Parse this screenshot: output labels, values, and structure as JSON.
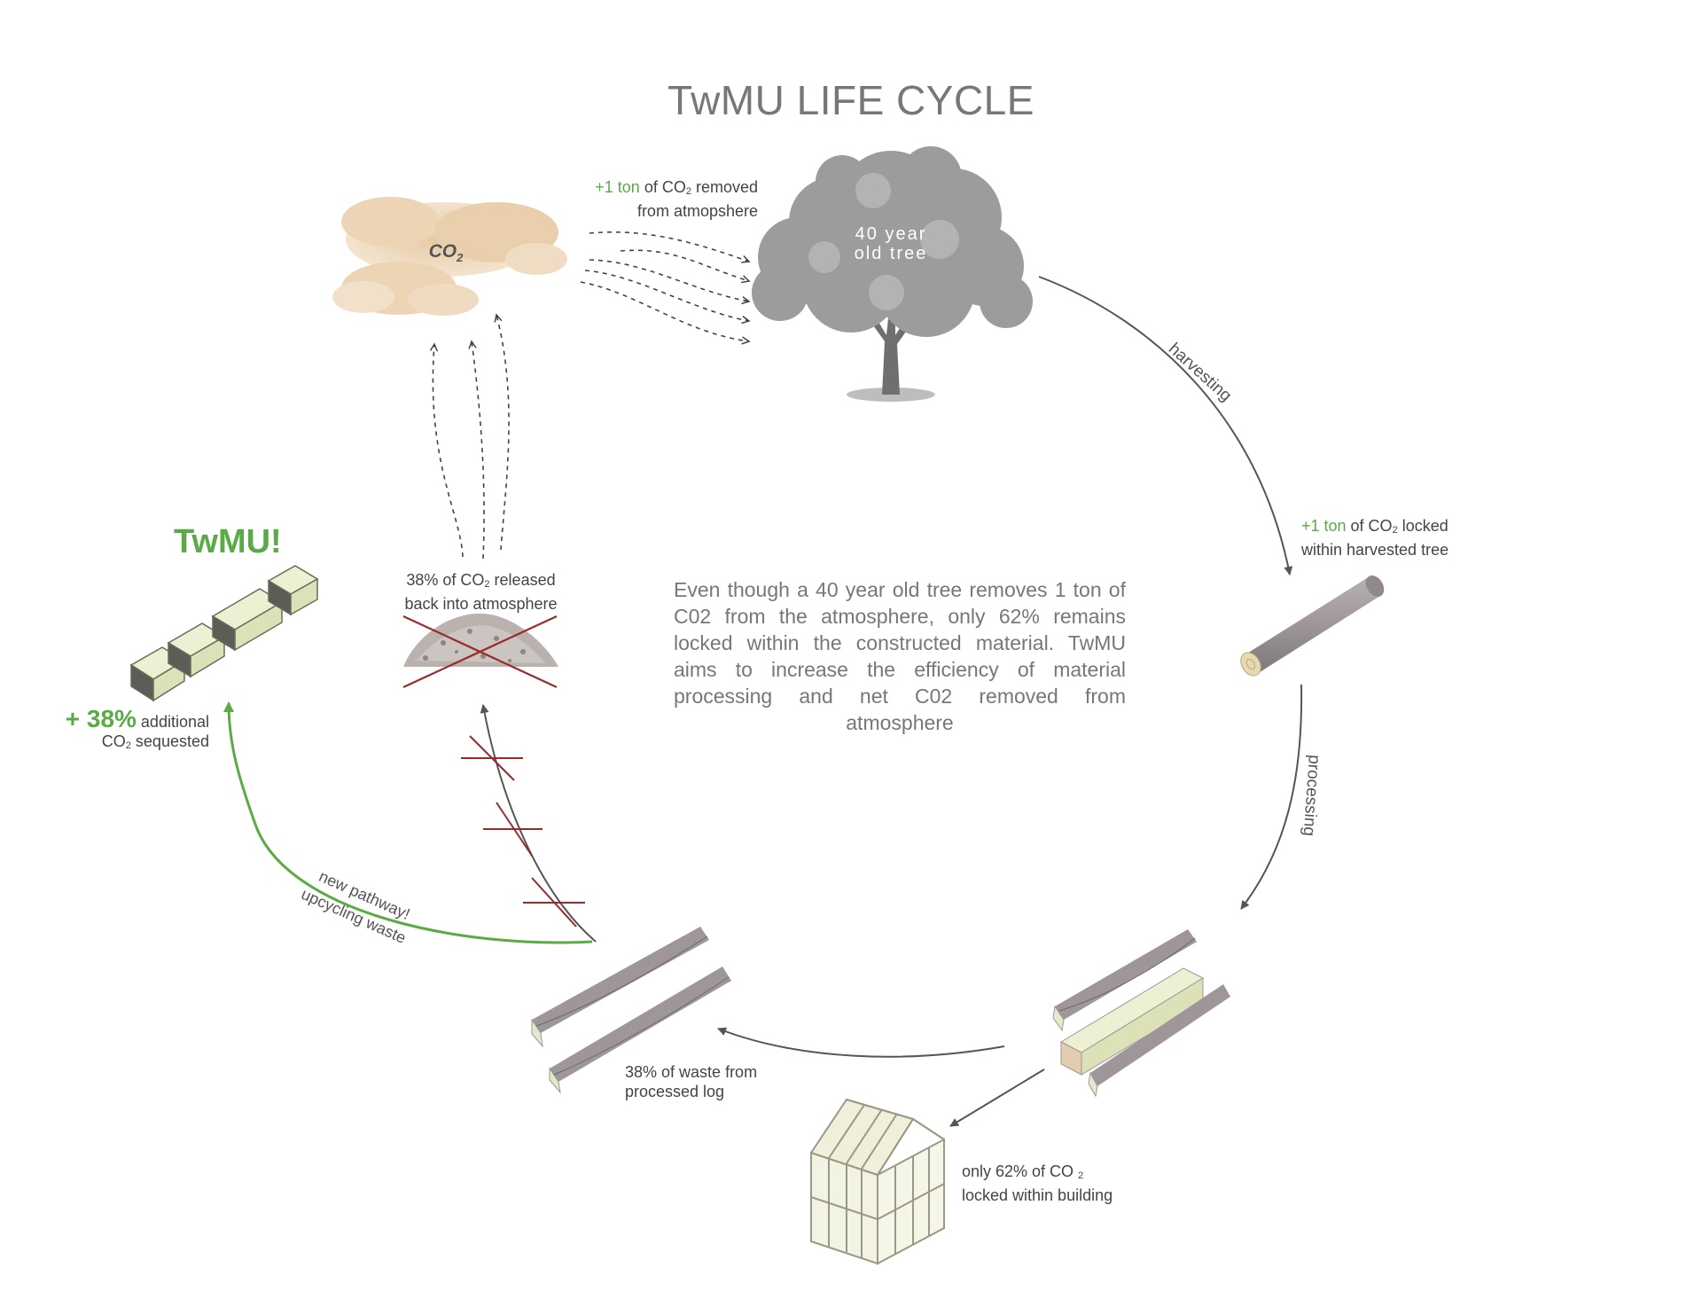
{
  "title": "TwMU LIFE CYCLE",
  "paragraph": "Even though a 40 year old tree removes 1 ton of C02 from the atmosphere, only 62% remains locked within the constructed material. TwMU aims to increase the efficiency of material processing and net C02 removed from atmosphere",
  "cloud_label": "CO",
  "cloud_label_sub": "2",
  "tree_label_line1": "40 year",
  "tree_label_line2": "old tree",
  "removed": {
    "green": "+1 ton",
    "rest1": " of CO",
    "sub": "2",
    "rest2": " removed",
    "line2": "from atmopshere"
  },
  "locked": {
    "green": "+1 ton",
    "rest1": " of CO",
    "sub": "2",
    "rest2": " locked",
    "line2": "within harvested tree"
  },
  "released": {
    "line1a": "38% of CO",
    "sub": "2",
    "line1b": " released",
    "line2": "back into atmosphere"
  },
  "waste": {
    "line1": "38% of waste from",
    "line2": "processed log"
  },
  "building": {
    "line1a": "only 62% of CO ",
    "sub": "2",
    "line2": "locked within building"
  },
  "twmu": "TwMU!",
  "additional": {
    "big": "+ 38%",
    "rest": " additional",
    "line2a": "CO",
    "sub": "2",
    "line2b": " sequested"
  },
  "harvesting": "harvesting",
  "processing": "processing",
  "pathway_line1": "new pathway!",
  "pathway_line2": "upcycling waste",
  "colors": {
    "green": "#5aab46",
    "gray": "#555555",
    "red": "#9b2a2a",
    "cloud": "#e8cfae"
  }
}
